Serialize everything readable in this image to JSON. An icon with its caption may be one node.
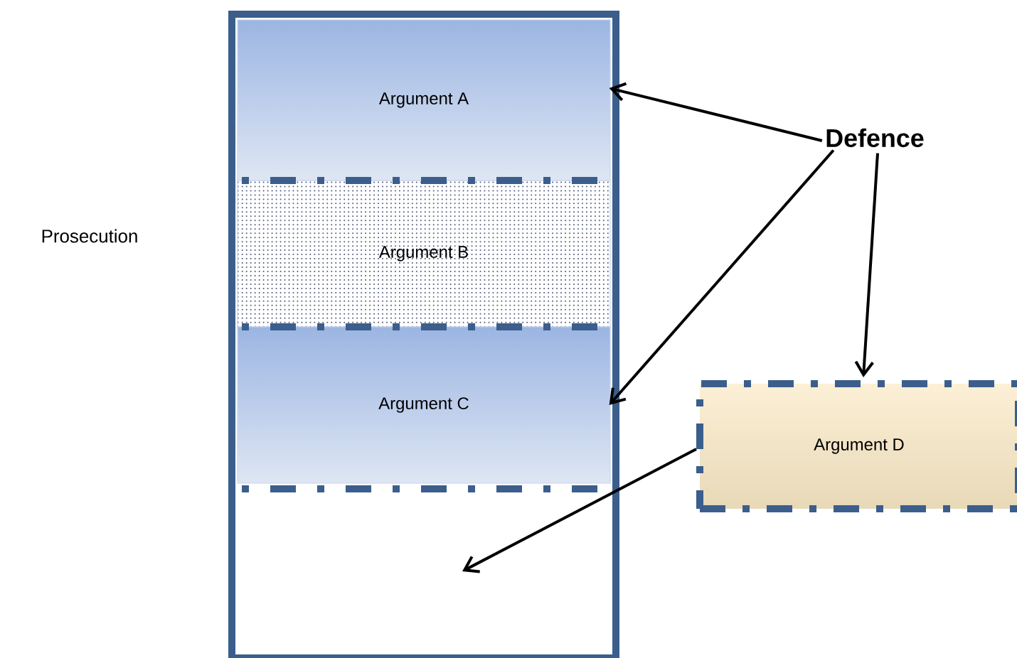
{
  "diagram": {
    "nodes": [
      {
        "text": [],
        "shape": "box"
      },
      {
        "text": [
          "Argument A"
        ],
        "in": 0
      },
      {
        "text": [
          "Argument B"
        ],
        "in": 0
      },
      {
        "text": [
          "Argument C"
        ],
        "in": 0
      },
      {
        "text": [],
        "shape": "box",
        "in": 0
      },
      {
        "text": [
          "Defence"
        ]
      },
      {
        "text": [
          "Argument D"
        ]
      }
    ],
    "edges": [
      {
        "from": 5,
        "to": 1,
        "arrow": "to"
      },
      {
        "from": 5,
        "to": 3,
        "arrow": "to"
      },
      {
        "from": 5,
        "to": 6,
        "arrow": "to"
      },
      {
        "from": 6,
        "to": 4,
        "arrow": "to"
      }
    ],
    "labels": [
      "Prosecution"
    ]
  }
}
